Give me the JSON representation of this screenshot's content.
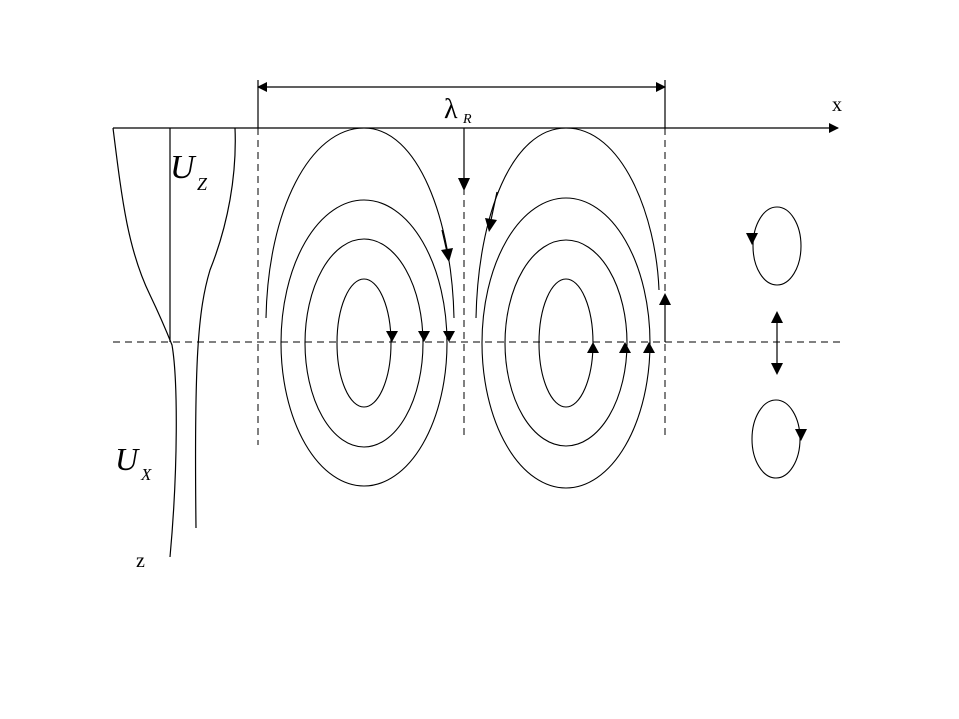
{
  "labels": {
    "wavelength_symbol": "λ",
    "wavelength_subscript": "R",
    "x_axis": "x",
    "z_axis": "z",
    "uz_main": "U",
    "uz_sub": "Z",
    "ux_main": "U",
    "ux_sub": "X"
  }
}
